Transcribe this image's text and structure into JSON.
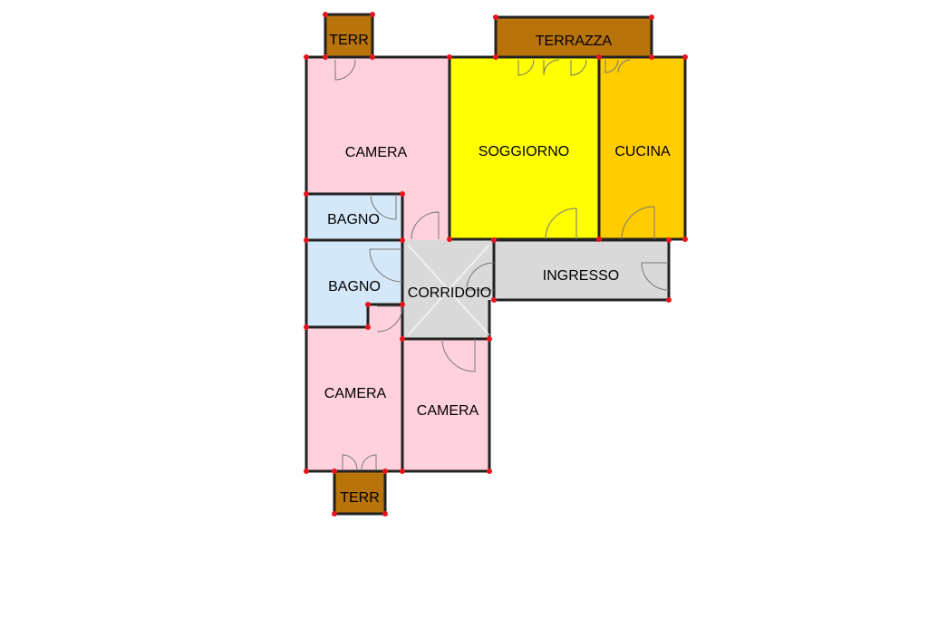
{
  "rooms": [
    {
      "id": "terr-top",
      "label": "TERR",
      "color": "#b8730a"
    },
    {
      "id": "terrazza",
      "label": "TERRAZZA",
      "color": "#b8730a"
    },
    {
      "id": "camera-top",
      "label": "CAMERA",
      "color": "#ffd1dc"
    },
    {
      "id": "soggiorno",
      "label": "SOGGIORNO",
      "color": "#ffff00"
    },
    {
      "id": "cucina",
      "label": "CUCINA",
      "color": "#ffcc00"
    },
    {
      "id": "bagno-1",
      "label": "BAGNO",
      "color": "#d4e8fa"
    },
    {
      "id": "bagno-2",
      "label": "BAGNO",
      "color": "#d4e8fa"
    },
    {
      "id": "corridoio",
      "label": "CORRIDOIO",
      "color": "#d9d9d9"
    },
    {
      "id": "ingresso",
      "label": "INGRESSO",
      "color": "#d9d9d9"
    },
    {
      "id": "camera-bl",
      "label": "CAMERA",
      "color": "#ffd1dc"
    },
    {
      "id": "camera-br",
      "label": "CAMERA",
      "color": "#ffd1dc"
    },
    {
      "id": "terr-bottom",
      "label": "TERR",
      "color": "#b8730a"
    }
  ],
  "colors": {
    "wall": "#222222",
    "vertex": "#e8141d"
  }
}
